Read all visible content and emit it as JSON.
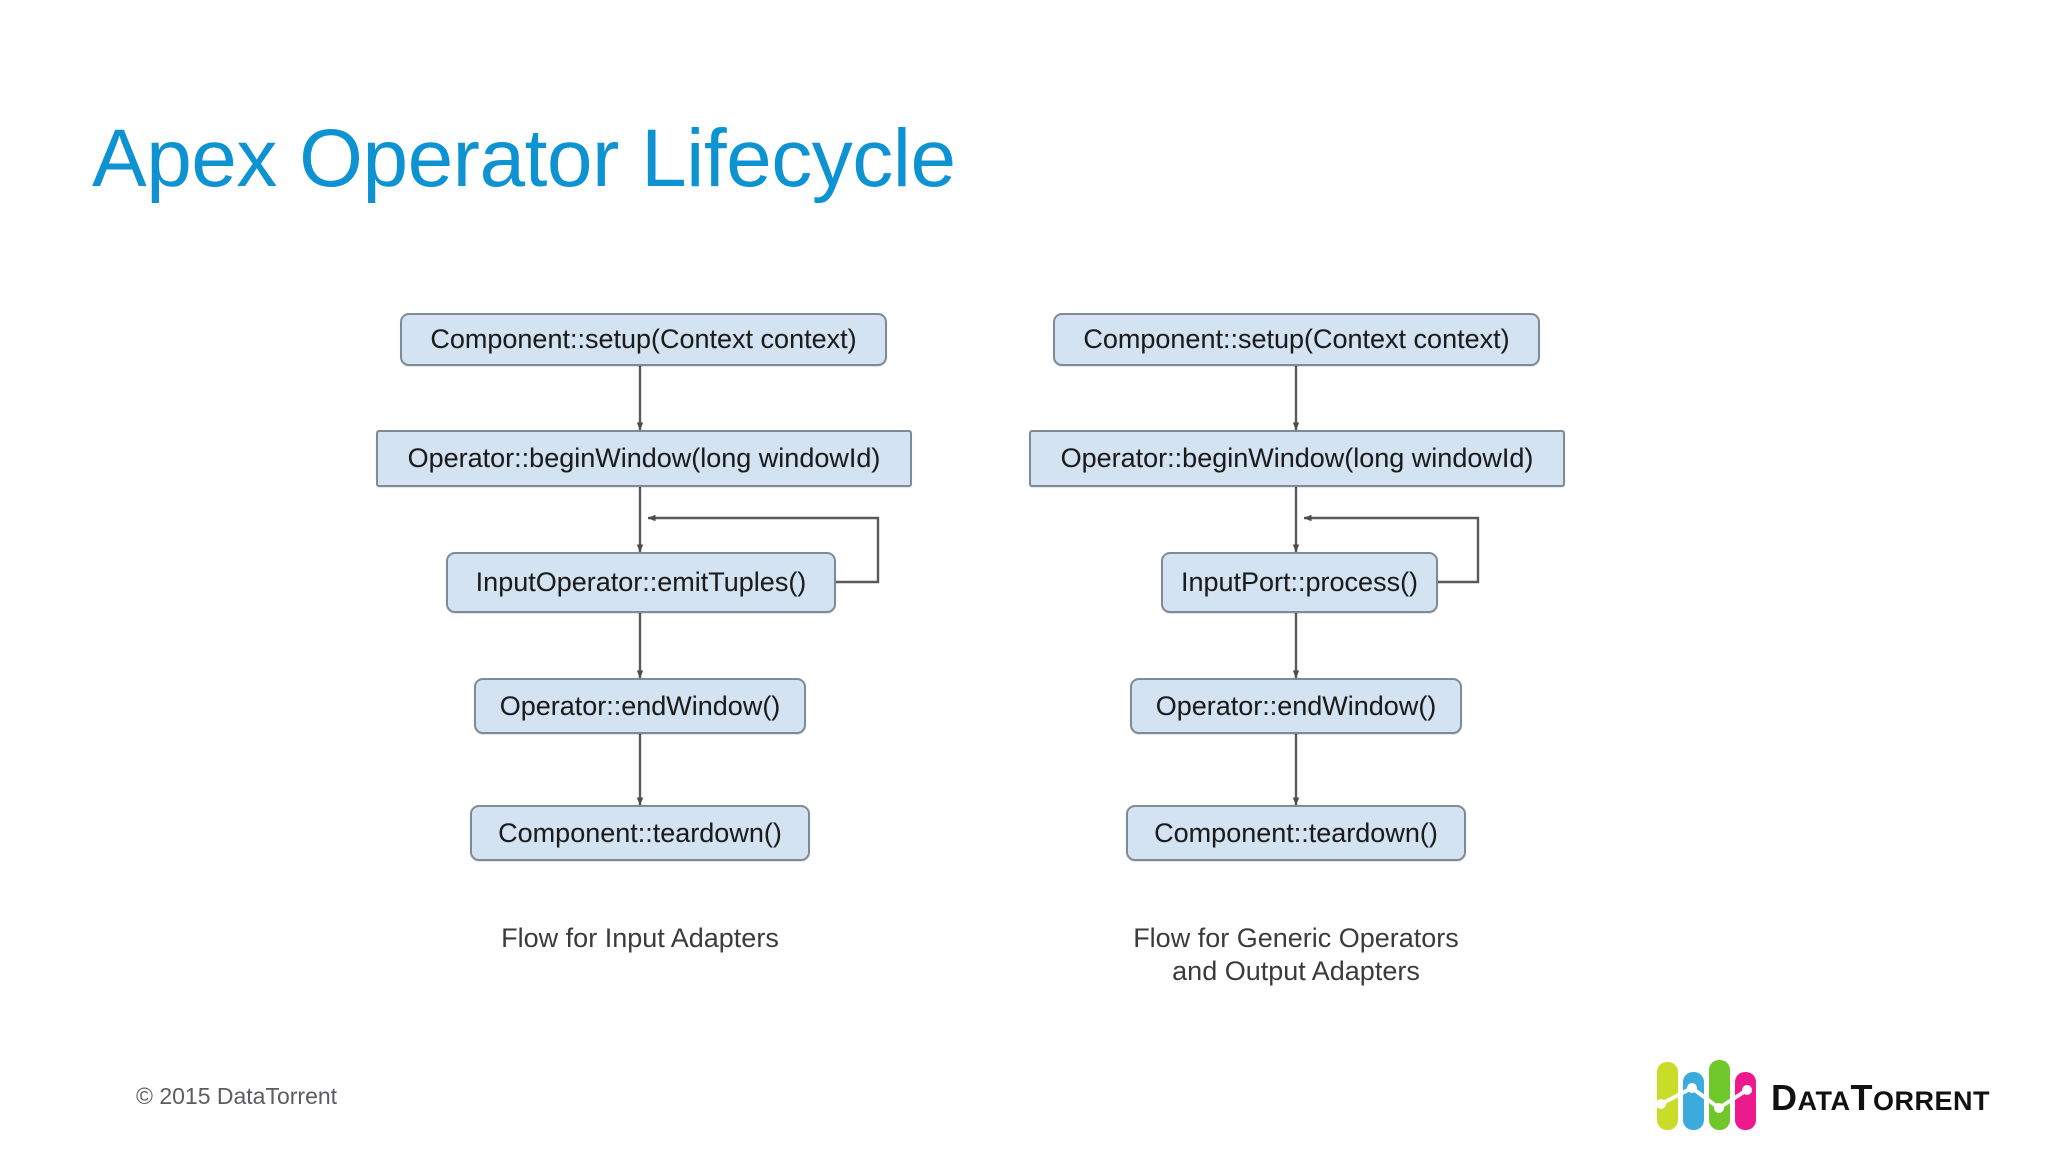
{
  "slide": {
    "title": "Apex Operator Lifecycle",
    "title_color": "#0d93d2",
    "background": "#ffffff"
  },
  "diagram": {
    "node_fill": "#d3e3f1",
    "node_border": "#7e8b96",
    "connector_color": "#5a5a5a",
    "columns": [
      {
        "id": "input-adapter-flow",
        "caption": "Flow for Input Adapters",
        "nodes": [
          {
            "id": "setup",
            "label": "Component::setup(Context context)"
          },
          {
            "id": "begin-window",
            "label": "Operator::beginWindow(long windowId)"
          },
          {
            "id": "emit-tuples",
            "label": "InputOperator::emitTuples()"
          },
          {
            "id": "end-window",
            "label": "Operator::endWindow()"
          },
          {
            "id": "teardown",
            "label": "Component::teardown()"
          }
        ],
        "loop": {
          "from": "emit-tuples",
          "to": "begin-window-exit"
        }
      },
      {
        "id": "generic-operator-flow",
        "caption": "Flow for Generic Operators\nand Output Adapters",
        "nodes": [
          {
            "id": "setup",
            "label": "Component::setup(Context context)"
          },
          {
            "id": "begin-window",
            "label": "Operator::beginWindow(long windowId)"
          },
          {
            "id": "process",
            "label": "InputPort::process()"
          },
          {
            "id": "end-window",
            "label": "Operator::endWindow()"
          },
          {
            "id": "teardown",
            "label": "Component::teardown()"
          }
        ],
        "loop": {
          "from": "process",
          "to": "begin-window-exit"
        }
      }
    ]
  },
  "footer": {
    "copyright": "© 2015 DataTorrent",
    "logo": {
      "wordmark": "DataTorrent",
      "bar_colors": [
        "#c8dc28",
        "#3aabdc",
        "#6fc72b",
        "#ec1a8c"
      ],
      "wordmark_color": "#111111"
    }
  }
}
